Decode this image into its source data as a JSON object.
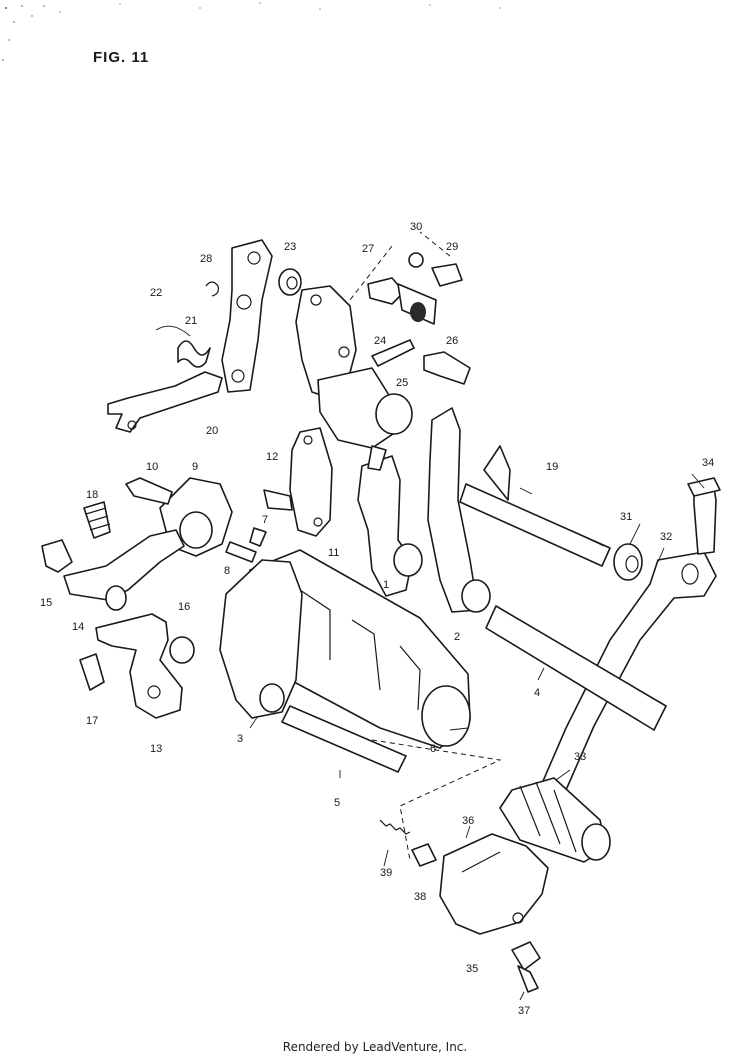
{
  "figure": {
    "title": "FIG. 11",
    "footer": "Rendered by LeadVenture, Inc."
  },
  "callouts": [
    "1",
    "2",
    "3",
    "4",
    "5",
    "6",
    "7",
    "8",
    "9",
    "10",
    "11",
    "12",
    "13",
    "14",
    "15",
    "16",
    "17",
    "18",
    "19",
    "20",
    "21",
    "22",
    "23",
    "24",
    "25",
    "26",
    "27",
    "28",
    "29",
    "30",
    "31",
    "32",
    "33",
    "34",
    "35",
    "36",
    "37",
    "38",
    "39"
  ]
}
